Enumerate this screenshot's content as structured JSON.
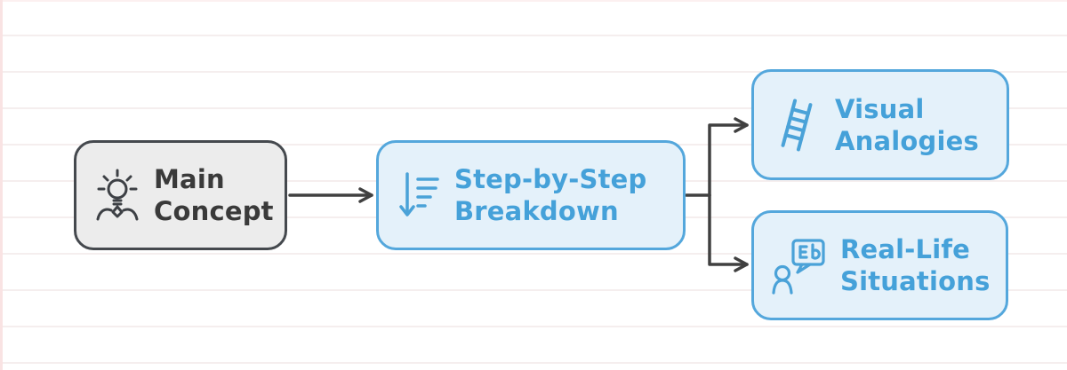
{
  "page": {
    "background_color": "#ffffff",
    "ruled_line_color": "#f5eeee",
    "page_edge_color": "#f9e3e3"
  },
  "diagram": {
    "type": "flowchart",
    "connector_color": "#404040",
    "nodes": [
      {
        "id": "main-concept",
        "line1": "Main",
        "line2": "Concept",
        "icon": "idea-lightbulb-hands-icon",
        "fill": "#ececec",
        "border_color": "#45494e",
        "text_color": "#3a3a3a",
        "icon_color": "#3d4045"
      },
      {
        "id": "step-by-step-breakdown",
        "line1": "Step-by-Step",
        "line2": "Breakdown",
        "icon": "sort-descending-list-icon",
        "fill": "#e4f1fa",
        "border_color": "#54a7dc",
        "text_color": "#45a1d9",
        "icon_color": "#4aa2d8"
      },
      {
        "id": "visual-analogies",
        "line1": "Visual",
        "line2": "Analogies",
        "icon": "ladder-icon",
        "fill": "#e4f1fa",
        "border_color": "#54a7dc",
        "text_color": "#45a1d9",
        "icon_color": "#4aa2d8"
      },
      {
        "id": "real-life-situations",
        "line1": "Real-Life",
        "line2": "Situations",
        "icon": "person-speech-bubble-icon",
        "fill": "#e4f1fa",
        "border_color": "#54a7dc",
        "text_color": "#45a1d9",
        "icon_color": "#4aa2d8"
      }
    ],
    "edges": [
      {
        "from": "main-concept",
        "to": "step-by-step-breakdown"
      },
      {
        "from": "step-by-step-breakdown",
        "to": "visual-analogies"
      },
      {
        "from": "step-by-step-breakdown",
        "to": "real-life-situations"
      }
    ]
  }
}
